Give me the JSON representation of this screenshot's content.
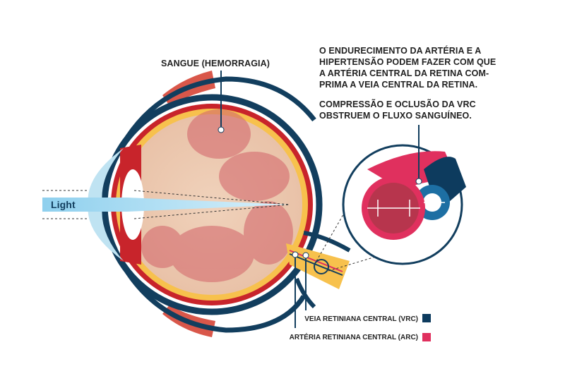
{
  "labels": {
    "hemorrhage": "SANGUE (HEMORRAGIA)",
    "light": "Light",
    "description_1": [
      "O ENDURECIMENTO DA ARTÉRIA E A",
      "HIPERTENSÃO PODEM FAZER COM QUE",
      "A ARTÉRIA CENTRAL DA RETINA COM-",
      "PRIMA A VEIA CENTRAL DA RETINA."
    ],
    "description_2": [
      "COMPRESSÃO E OCLUSÃO DA VRC",
      "OBSTRUEM O FLUXO SANGUÍNEO."
    ]
  },
  "legend": [
    {
      "label": "VEIA RETINIANA CENTRAL (VRC)",
      "color": "#0d3b5e"
    },
    {
      "label": "ARTÉRIA RETINIANA CENTRAL (ARC)",
      "color": "#e0305e"
    }
  ],
  "colors": {
    "sclera": "#123e5e",
    "choroid": "#c8242b",
    "retina": "#f7c14d",
    "vitreous": "#efcdb4",
    "blood": "#d46a6e",
    "cornea": "#bfe3f2",
    "light": "#9fd6ef"
  }
}
